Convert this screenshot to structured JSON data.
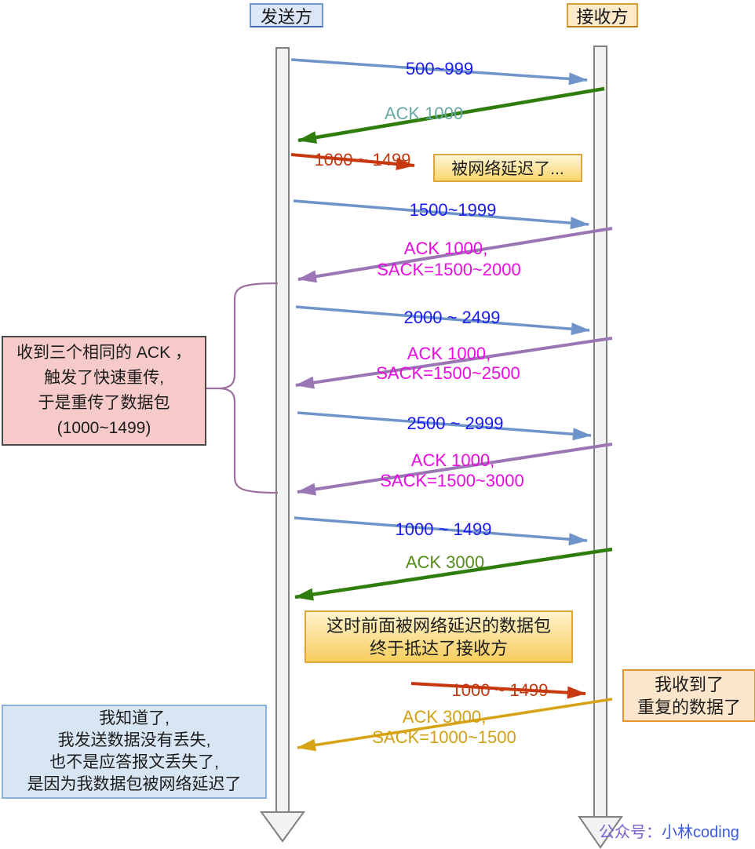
{
  "actors": {
    "sender": "发送方",
    "receiver": "接收方"
  },
  "messages": {
    "seg_500_999": "500~999",
    "ack_1000": "ACK 1000",
    "delayed_1000_1499": "1000 ~ 1499",
    "seg_1500_1999": "1500~1999",
    "sack_2000_l1": "ACK 1000,",
    "sack_2000_l2": "SACK=1500~2000",
    "seg_2000_2499": "2000 ~ 2499",
    "sack_2500_l1": "ACK 1000,",
    "sack_2500_l2": "SACK=1500~2500",
    "seg_2500_2999": "2500 ~ 2999",
    "sack_3000_l1": "ACK 1000,",
    "sack_3000_l2": "SACK=1500~3000",
    "retrans_1000_1499": "1000 ~ 1499",
    "ack_3000": "ACK 3000",
    "arrive_1000_1499": "1000 ~ 1499",
    "dsack_l1": "ACK 3000,",
    "dsack_l2": "SACK=1000~1500"
  },
  "notes": {
    "delay": "被网络延迟了...",
    "arrival_l1": "这时前面被网络延迟的数据包",
    "arrival_l2": "终于抵达了接收方",
    "dup_l1": "我收到了",
    "dup_l2": "重复的数据了",
    "fast_retransmit": [
      "收到三个相同的 ACK ，",
      "触发了快速重传,",
      "于是重传了数据包",
      "(1000~1499)"
    ],
    "conclusion": [
      "我知道了,",
      "我发送数据没有丢失,",
      "也不是应答报文丢失了,",
      "是因为我数据包被网络延迟了"
    ]
  },
  "footer": {
    "prefix": "公众号：",
    "name": "小林coding"
  },
  "colors": {
    "data_arrow": "#6f94c9",
    "data_label": "#1b1bef",
    "ack_arrow": "#2f7d0c",
    "ack_label_teal": "#68a8a4",
    "ack_label_green": "#528c16",
    "delayed_arrow": "#c8380e",
    "sack_arrow": "#9a76b4",
    "sack_label": "#e80ce0",
    "dsack_arrow": "#d6a315",
    "brace": "#9c6f9c",
    "sender_box": "#dbe7f7",
    "receiver_box": "#fdeacb",
    "note_yellow": "#f9d66b",
    "note_pink": "#f7caca",
    "note_blue": "#d8e6f4",
    "note_peach": "#fce6cb"
  }
}
